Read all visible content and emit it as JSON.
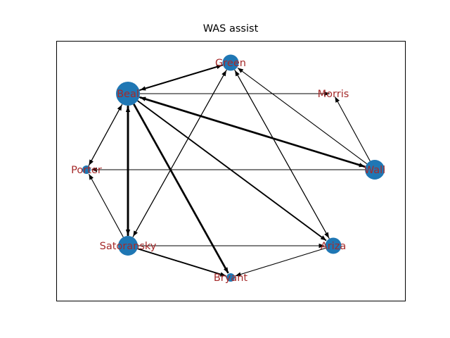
{
  "title": "WAS assist",
  "colors": {
    "node": "#1f77b4",
    "label": "#a52a2a",
    "edge": "#000000"
  },
  "nodes": [
    {
      "id": "Green",
      "label": "Green",
      "size": 3
    },
    {
      "id": "Beal",
      "label": "Beal",
      "size": 5
    },
    {
      "id": "Morris",
      "label": "Morris",
      "size": 0
    },
    {
      "id": "Porter",
      "label": "Porter",
      "size": 1
    },
    {
      "id": "Wall",
      "label": "Wall",
      "size": 4
    },
    {
      "id": "Satoransky",
      "label": "Satoransky",
      "size": 4
    },
    {
      "id": "Ariza",
      "label": "Ariza",
      "size": 3
    },
    {
      "id": "Bryant",
      "label": "Bryant",
      "size": 1
    }
  ],
  "edges": [
    {
      "source": "Beal",
      "target": "Green",
      "weight": 2
    },
    {
      "source": "Green",
      "target": "Beal",
      "weight": 2
    },
    {
      "source": "Beal",
      "target": "Morris",
      "weight": 1
    },
    {
      "source": "Wall",
      "target": "Beal",
      "weight": 3
    },
    {
      "source": "Beal",
      "target": "Wall",
      "weight": 2
    },
    {
      "source": "Wall",
      "target": "Green",
      "weight": 1
    },
    {
      "source": "Wall",
      "target": "Morris",
      "weight": 1
    },
    {
      "source": "Wall",
      "target": "Porter",
      "weight": 1
    },
    {
      "source": "Beal",
      "target": "Porter",
      "weight": 1
    },
    {
      "source": "Porter",
      "target": "Beal",
      "weight": 1
    },
    {
      "source": "Satoransky",
      "target": "Beal",
      "weight": 3
    },
    {
      "source": "Beal",
      "target": "Satoransky",
      "weight": 3
    },
    {
      "source": "Beal",
      "target": "Bryant",
      "weight": 3
    },
    {
      "source": "Beal",
      "target": "Ariza",
      "weight": 2
    },
    {
      "source": "Satoransky",
      "target": "Green",
      "weight": 1
    },
    {
      "source": "Green",
      "target": "Satoransky",
      "weight": 1
    },
    {
      "source": "Green",
      "target": "Ariza",
      "weight": 1
    },
    {
      "source": "Ariza",
      "target": "Green",
      "weight": 1
    },
    {
      "source": "Satoransky",
      "target": "Porter",
      "weight": 1
    },
    {
      "source": "Satoransky",
      "target": "Ariza",
      "weight": 1
    },
    {
      "source": "Satoransky",
      "target": "Bryant",
      "weight": 2
    },
    {
      "source": "Ariza",
      "target": "Bryant",
      "weight": 1
    }
  ]
}
